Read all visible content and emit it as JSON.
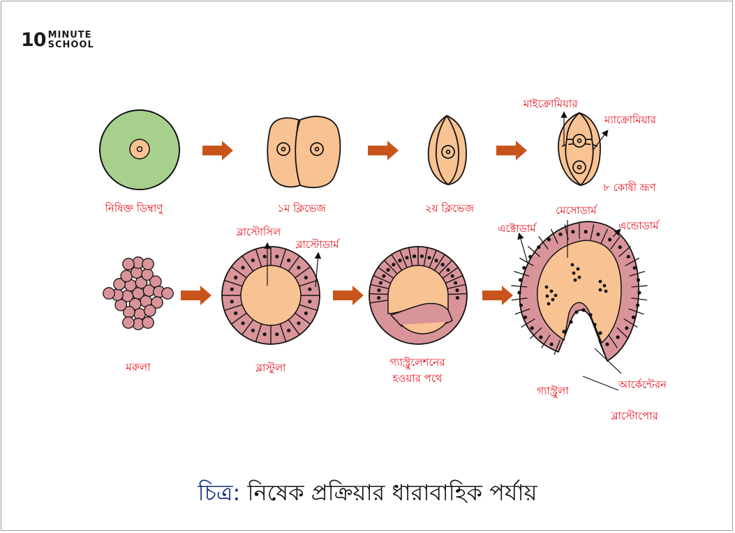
{
  "logo": {
    "number": "10",
    "word1": "MINUTE",
    "word2": "SCHOOL"
  },
  "caption": {
    "prefix": "চিত্র:",
    "text": "নিষেক প্রক্রিয়ার ধারাবাহিক পর্যায়"
  },
  "stages_row1": {
    "fertilized_egg": "নিষিক্ত ডিম্বাণু",
    "first_cleavage": "১ম ক্লিভেজ",
    "second_cleavage": "২য় ক্লিভেজ",
    "eight_cell": "৮ কোষী ভ্রূণ",
    "micromere": "মাইক্রোমিয়ার",
    "macromere": "ম্যাক্রোমিয়ার"
  },
  "stages_row2": {
    "morula": "মরুলা",
    "blastula": "ব্লাস্টুলা",
    "blastocoel": "ব্লাস্টোসিল",
    "blastoderm": "ব্লাস্টোডার্ম",
    "gastrulating_line1": "গ্যাস্ট্রুলেশনের",
    "gastrulating_line2": "হওয়ার পথে",
    "gastrula": "গ্যাস্ট্রুলা",
    "ectoderm": "এক্টোডার্ম",
    "mesoderm": "মেসোডার্ম",
    "endoderm": "এন্ডোডার্ম",
    "archenteron": "আর্কেন্টেরন",
    "blastopore": "ব্লাস্টোপোর"
  },
  "colors": {
    "label_red": "#e8101a",
    "arrow_orange": "#c9541b",
    "egg_green": "#a8d08d",
    "cell_peach": "#f8c292",
    "cell_pink": "#d9949a",
    "caption_blue": "#0c2a82"
  }
}
